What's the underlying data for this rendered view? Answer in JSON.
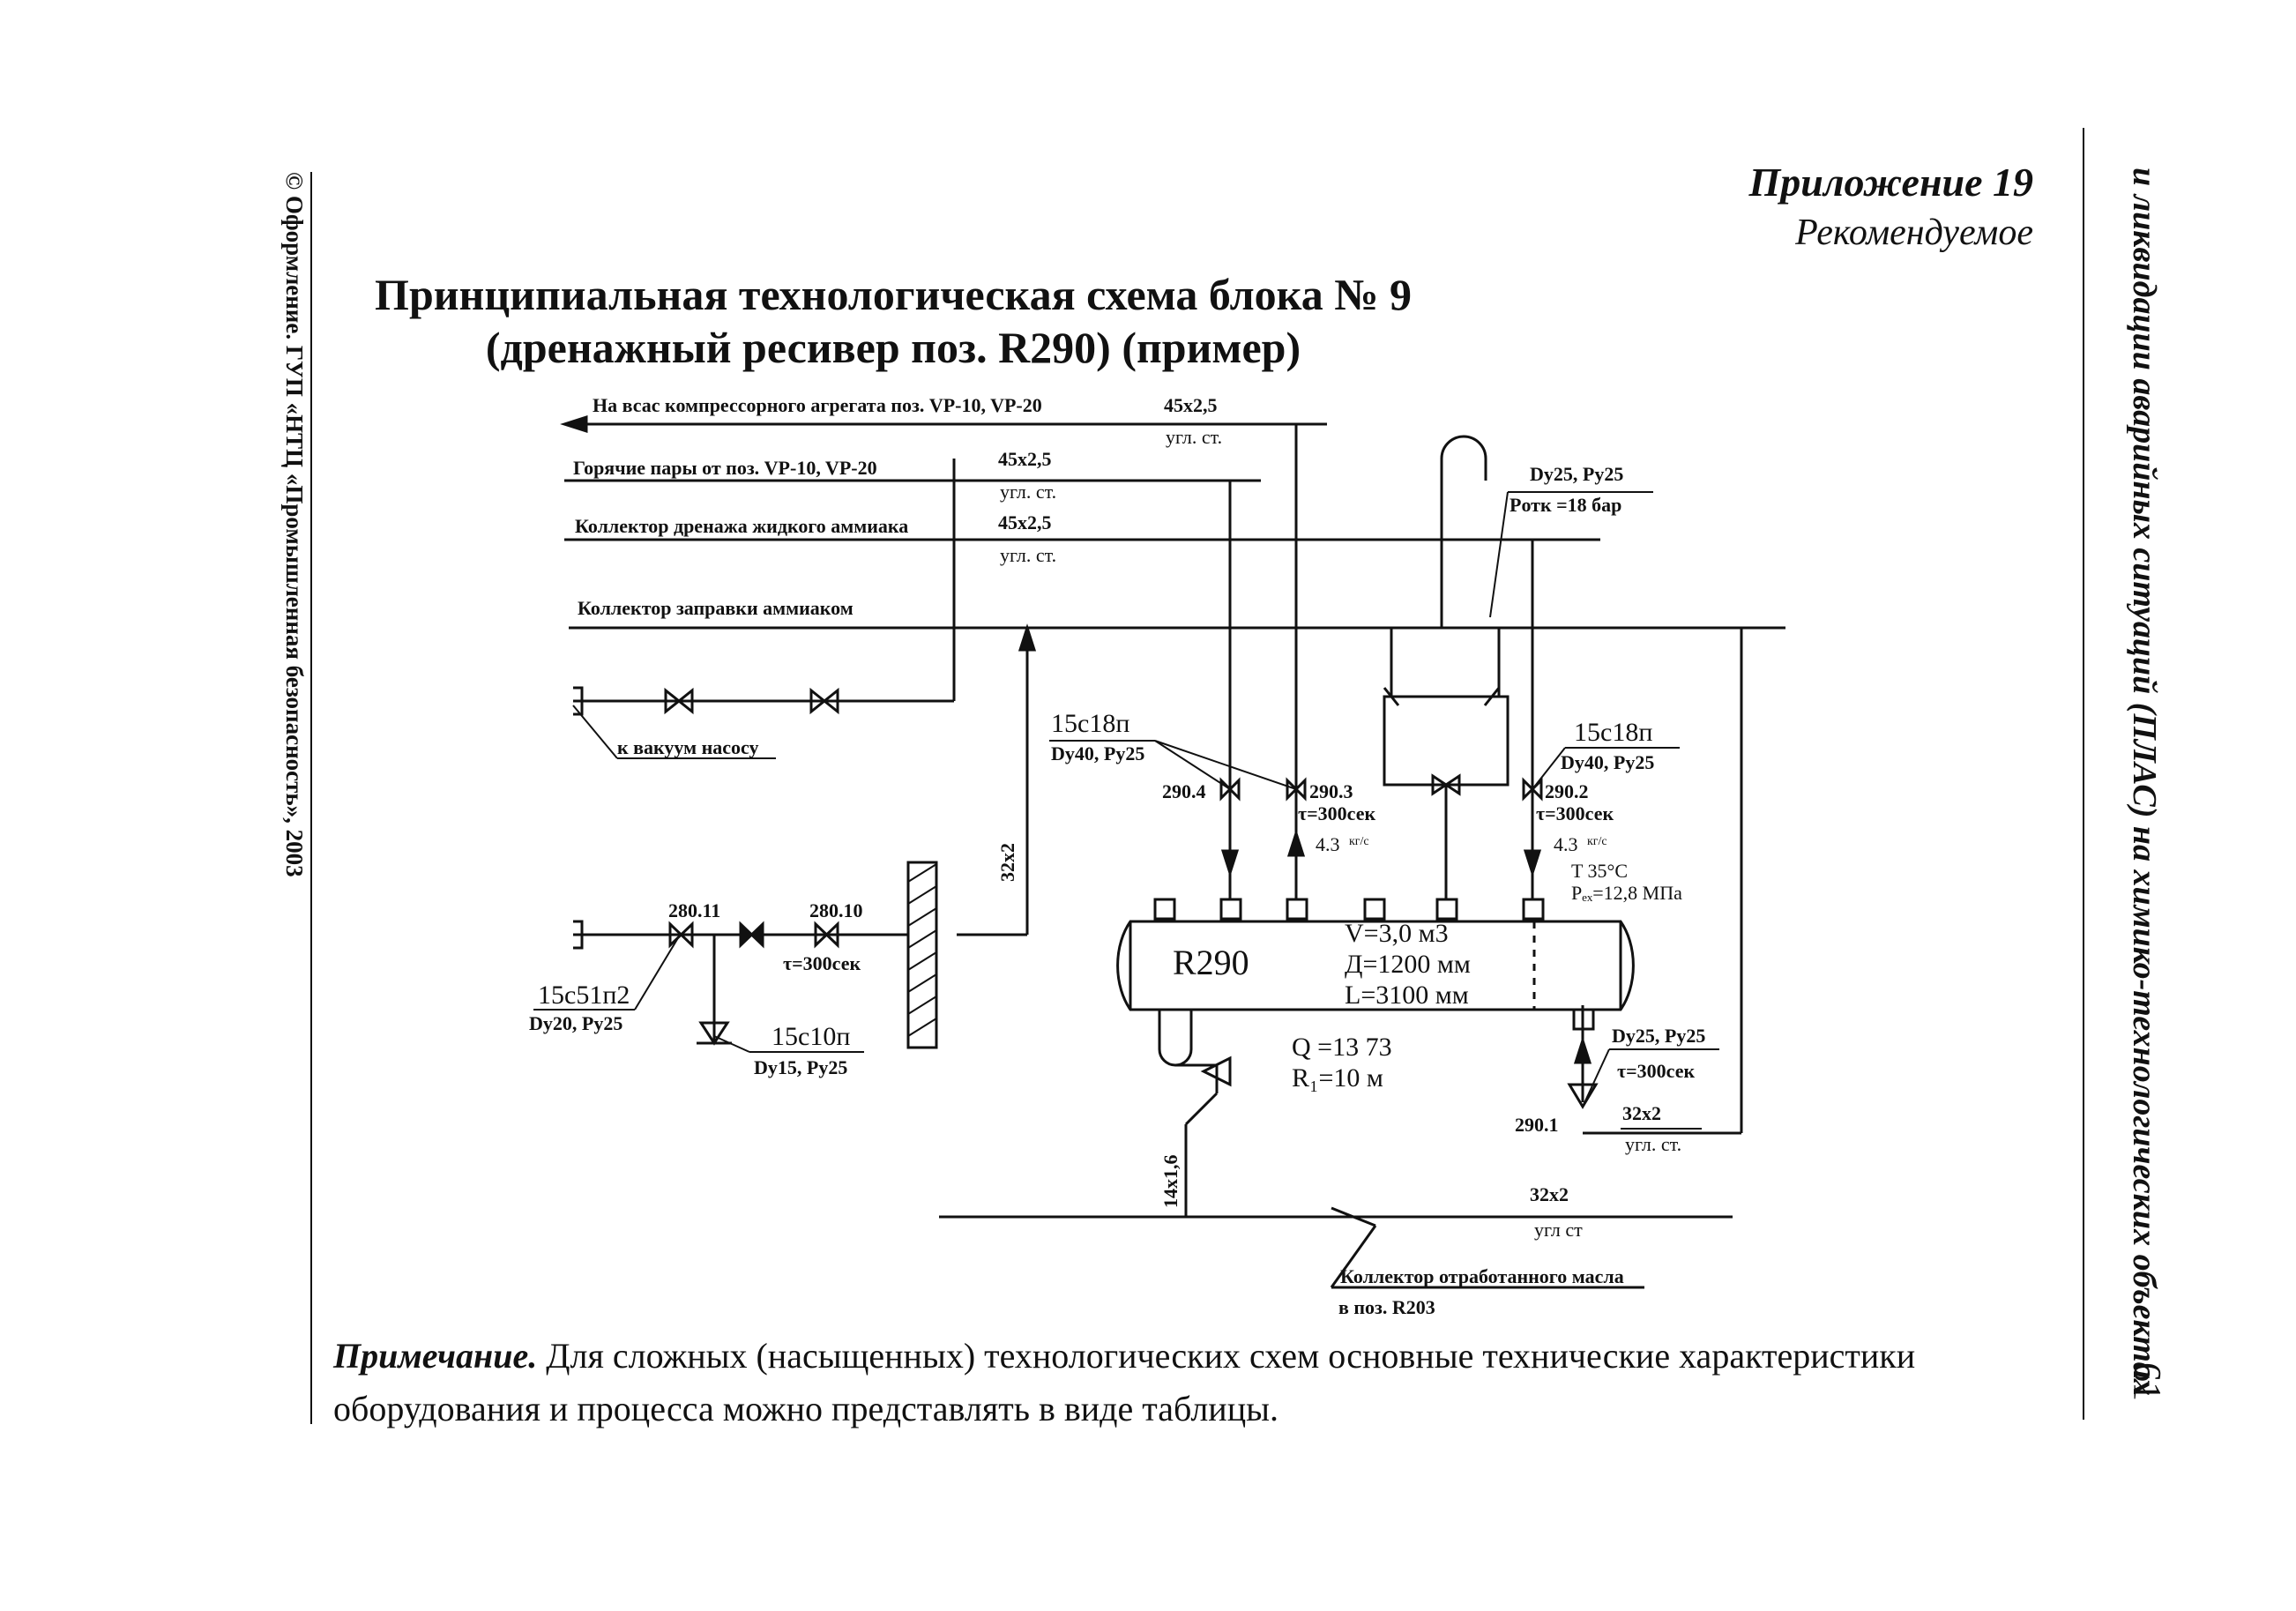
{
  "page": {
    "left_margin_note": "© Оформление. ГУП «НТЦ «Промышленная безопасность», 2003",
    "right_margin_title": "и ликвидации аварийных ситуаций (ПЛАС) на химико-технологических объектах",
    "page_number": "61",
    "appendix": "Приложение 19",
    "recommended": "Рекомендуемое",
    "title_line1": "Принципиальная технологическая схема блока № 9",
    "title_line2": "(дренажный ресивер поз. R290) (пример)"
  },
  "diagram": {
    "lines": {
      "suction": "На всас компрессорного агрегата поз. VP-10, VP-20",
      "suction_size": "45х2,5",
      "suction_mat": "угл. ст.",
      "hot_vapors": "Горячие пары от поз. VP-10, VP-20",
      "hot_vapors_size": "45х2,5",
      "hot_vapors_mat": "угл. ст.",
      "drain_collector": "Коллектор дренажа жидкого аммиака",
      "drain_size": "45х2,5",
      "drain_mat": "угл. ст.",
      "filling_collector": "Коллектор заправки аммиаком",
      "vacuum_pump": "к вакуум насосу",
      "pipe_32x2_vertical": "32х2",
      "pipe_14x16": "14х1,6",
      "oil_size": "32х2",
      "oil_mat": "угл ст",
      "oil_collector": "Коллектор отработанного масла",
      "oil_collector_pos": "в поз. R203",
      "return_size": "32х2",
      "return_mat": "угл. ст."
    },
    "safety_valve": {
      "spec": "Dy25, Py25",
      "pressure": "Pотк =18 бар"
    },
    "valves": {
      "v290_4": "290.4",
      "v290_3": "290.3",
      "v290_3_time": "τ=300сек",
      "v290_3_flow": "4.3",
      "v290_3_flow_unit": "кг/с",
      "v290_2": "290.2",
      "v290_2_time": "τ=300сек",
      "v290_2_flow": "4.3",
      "v290_2_flow_unit": "кг/с",
      "v290_1": "290.1",
      "v290_1_spec": "Dy25, Py25",
      "v290_1_time": "τ=300сек",
      "left_type": "15с18п",
      "left_spec": "Dy40, Py25",
      "right_type": "15с18п",
      "right_spec": "Dy40, Py25",
      "v280_11": "280.11",
      "v280_10": "280.10",
      "v280_10_time": "τ=300сек",
      "v280_11_type": "15с51п2",
      "v280_11_spec": "Dy20, Py25",
      "drain_valve_type": "15с10п",
      "drain_valve_spec": "Dy15, Py25"
    },
    "receiver": {
      "name": "R290",
      "volume": "V=3,0 м3",
      "diameter": "Д=1200 мм",
      "length": "L=3100 мм",
      "temp": "T 35°C",
      "pressure": "Pₑₓ=12,8 МПа",
      "q": "Q =13 73",
      "r": "R₁=10 м"
    }
  },
  "note": {
    "label": "Примечание.",
    "text": " Для сложных (насыщенных) технологических схем основные технические характеристики оборудования и процесса можно представлять в виде таблицы."
  }
}
